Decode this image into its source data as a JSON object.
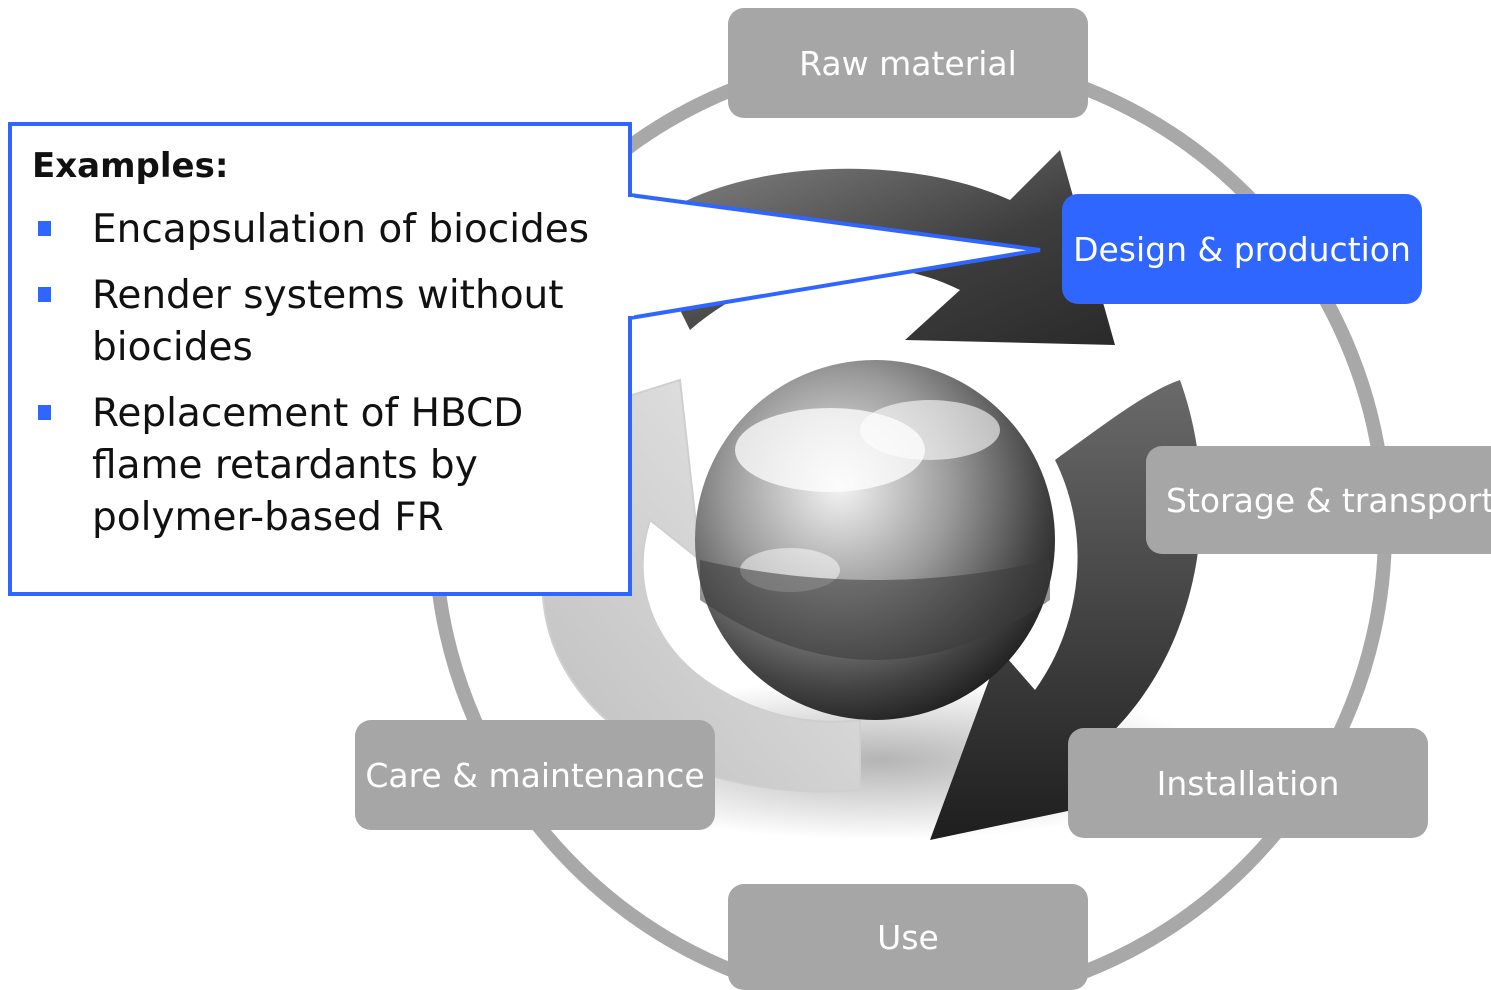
{
  "stages": {
    "raw_material": "Raw material",
    "design_production": "Design & production",
    "storage_transport": "Storage & transport",
    "installation": "Installation",
    "use": "Use",
    "care_maintenance": "Care & maintenance"
  },
  "callout": {
    "title": "Examples:",
    "items": [
      "Encapsulation of biocides",
      "Render systems without biocides",
      "Replacement of HBCD flame retardants by polymer-based FR"
    ]
  },
  "colors": {
    "accent": "#2f66ff",
    "stage_box": "#a6a6a6",
    "ring": "#a8a8a8"
  },
  "images": {
    "center": "recycle-arrows-globe-picture"
  }
}
